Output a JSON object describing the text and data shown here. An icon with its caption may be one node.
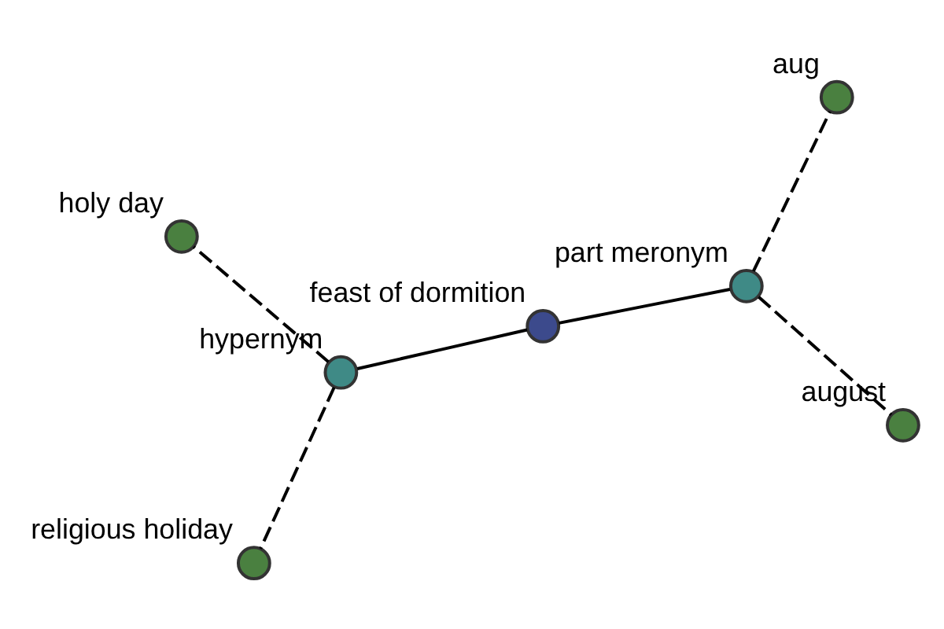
{
  "diagram": {
    "nodes": [
      {
        "text": [
          "feast of dormition"
        ]
      },
      {
        "text": [
          "part meronym"
        ]
      },
      {
        "text": [
          "august"
        ]
      },
      {
        "text": [
          "aug"
        ]
      },
      {
        "text": [
          "hypernym"
        ]
      },
      {
        "text": [
          "holy day"
        ]
      },
      {
        "text": [
          "religious holiday"
        ]
      }
    ],
    "edges": [
      {
        "from": 0,
        "to": 1,
        "arrow": "none"
      },
      {
        "from": 1,
        "to": 2,
        "arrow": "none",
        "style": "dashed"
      },
      {
        "from": 1,
        "to": 3,
        "arrow": "none",
        "style": "dashed"
      },
      {
        "from": 0,
        "to": 4,
        "arrow": "none"
      },
      {
        "from": 4,
        "to": 5,
        "arrow": "none",
        "style": "dashed"
      },
      {
        "from": 4,
        "to": 6,
        "arrow": "none",
        "style": "dashed"
      }
    ]
  }
}
